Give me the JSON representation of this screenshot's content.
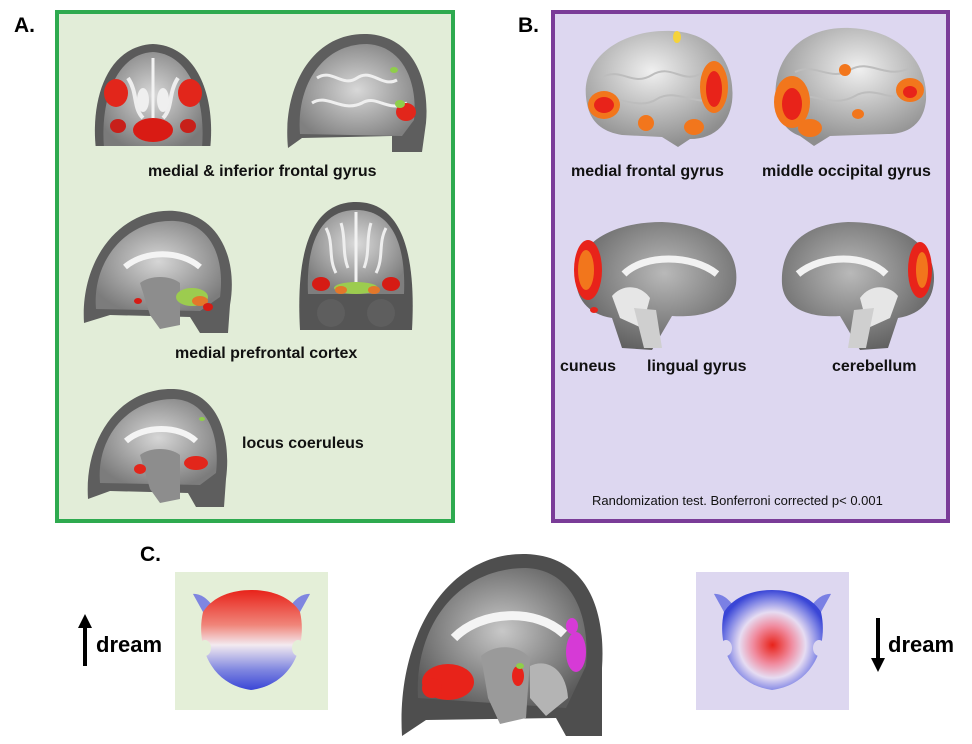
{
  "panel_a": {
    "label": "A.",
    "caption_1": "medial & inferior frontal gyrus",
    "caption_2": "medial prefrontal cortex",
    "caption_3": "locus coeruleus"
  },
  "panel_b": {
    "label": "B.",
    "caption_medial_frontal": "medial frontal gyrus",
    "caption_middle_occipital": "middle occipital gyrus",
    "caption_cuneus": "cuneus",
    "caption_lingual": "lingual gyrus",
    "caption_cerebellum": "cerebellum",
    "footnote": "Randomization test. Bonferroni corrected p< 0.001"
  },
  "panel_c": {
    "label": "C.",
    "left_label": "dream",
    "right_label": "dream",
    "left_arrow": "up-arrow-icon",
    "right_arrow": "down-arrow-icon"
  },
  "colors": {
    "panel_a_border": "#2eaa4f",
    "panel_a_bg": "#e2edd8",
    "panel_b_border": "#7a3c98",
    "panel_b_bg": "#ddd7f0",
    "activation_red": "#e8231a",
    "activation_orange": "#f2761c",
    "activation_yellow": "#f5d33a",
    "activation_magenta": "#d63ad6"
  }
}
